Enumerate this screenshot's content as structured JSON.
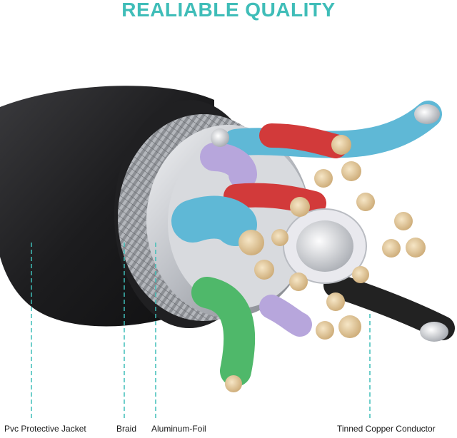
{
  "title": "REALIABLE QUALITY",
  "callouts": {
    "jacket": "Pvc Protective Jacket",
    "braid": "Braid",
    "foil": "Aluminum-Foil",
    "conductor": "Tinned Copper Conductor"
  },
  "colors": {
    "title": "#3fbdb8",
    "leader_line": "#3fbdb8",
    "jacket": "#1c1c1e",
    "foil": "#c9ccd1",
    "braid": "#8c8f94",
    "copper": "#e3c99a"
  },
  "wire_colors": [
    "#5fb8d6",
    "#d23a3a",
    "#b7a6dc",
    "#4fb86a",
    "#222222",
    "#e9e9ee"
  ]
}
